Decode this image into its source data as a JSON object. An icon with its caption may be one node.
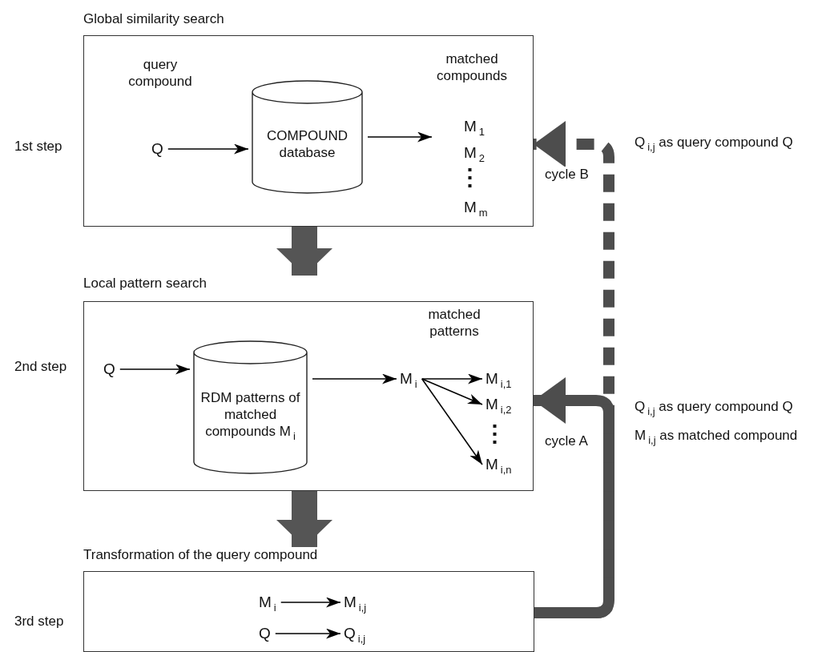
{
  "diagram": {
    "nodes": [
      {
        "text": [
          "Global similarity search"
        ]
      },
      {
        "text": [
          "Q"
        ],
        "in": 0
      },
      {
        "text": [
          "COMPOUND database"
        ],
        "in": 0
      },
      {
        "text": [
          "matched compounds",
          "M$_{1}$",
          "M$_{2}$",
          "M$_{m}$"
        ],
        "in": 0
      },
      {
        "text": [
          "Local pattern search"
        ]
      },
      {
        "text": [
          "Q"
        ],
        "in": 4
      },
      {
        "text": [
          "RDM patterns of matched compounds M$_{i}$"
        ],
        "in": 4
      },
      {
        "text": [
          "M$_{i}$"
        ],
        "in": 4
      },
      {
        "text": [
          "M$_{i,1}$"
        ],
        "in": 4
      },
      {
        "text": [
          "M$_{i,2}$"
        ],
        "in": 4
      },
      {
        "text": [
          "M$_{i,n}$"
        ],
        "in": 4
      },
      {
        "text": [
          "Transformation of the query compound"
        ]
      },
      {
        "text": [
          "M$_{i}$"
        ],
        "in": 11
      },
      {
        "text": [
          "M$_{i,j}$"
        ],
        "in": 11
      },
      {
        "text": [
          "Q"
        ],
        "in": 11
      },
      {
        "text": [
          "Q$_{i,j}$"
        ],
        "in": 11
      }
    ],
    "edges": [
      {
        "from": 1,
        "to": 2,
        "arrow": "to"
      },
      {
        "from": 2,
        "to": 3,
        "arrow": "to"
      },
      {
        "from": 5,
        "to": 6,
        "arrow": "to"
      },
      {
        "from": 6,
        "to": 7,
        "arrow": "to"
      },
      {
        "from": 7,
        "to": 8,
        "arrow": "to"
      },
      {
        "from": 7,
        "to": 9,
        "arrow": "to"
      },
      {
        "from": 7,
        "to": 10,
        "arrow": "to"
      },
      {
        "from": 12,
        "to": 13,
        "arrow": "to"
      },
      {
        "from": 14,
        "to": 15,
        "arrow": "to"
      },
      {
        "from": 0,
        "to": 4,
        "arrow": "to",
        "style": "thick",
        "color": "#555555"
      },
      {
        "from": 4,
        "to": 11,
        "arrow": "to",
        "style": "thick",
        "color": "#555555"
      },
      {
        "from": 11,
        "to": 4,
        "arrow": "to",
        "style": "thick",
        "color": "#4d4d4d",
        "label": "cycle A"
      },
      {
        "from": 11,
        "to": 0,
        "arrow": "to",
        "style": "dashed",
        "color": "#4d4d4d",
        "label": "cycle B"
      }
    ],
    "labels": [
      "query compound",
      "1st step",
      "Q$_{i,j}$ as query compound Q",
      "matched patterns",
      "2nd step",
      "Q$_{i,j}$ as query compound Q",
      "M$_{i,j}$ as matched compound",
      "3rd step"
    ]
  }
}
